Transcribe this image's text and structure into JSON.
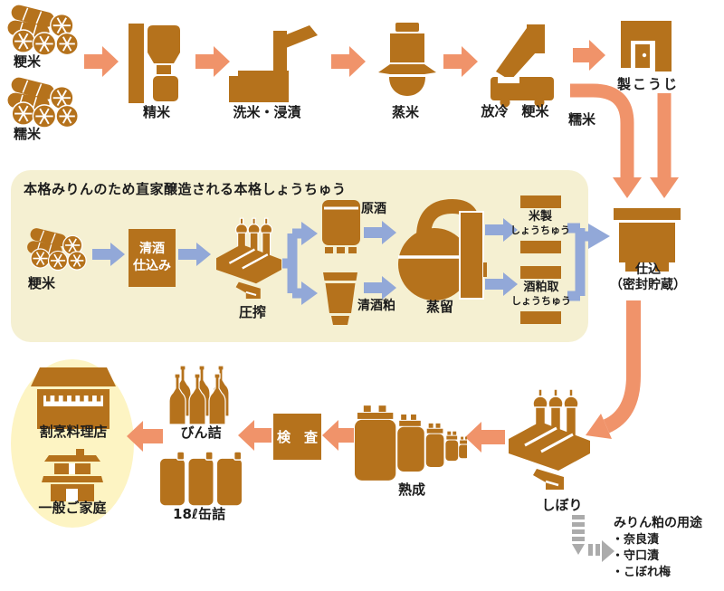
{
  "colors": {
    "brown": "#b5721c",
    "arrow_orange": "#f0936a",
    "arrow_blue": "#92a8d8",
    "panel_beige": "#f5f0d2",
    "ellipse_yellow": "#fdf4c3",
    "dashed_gray": "#ababab"
  },
  "top_flow": {
    "rice_nonglutinous": "粳米",
    "rice_glutinous": "糯米",
    "milling": "精米",
    "washing_soaking": "洗米・浸漬",
    "steaming": "蒸米",
    "cooling": "放冷　粳米",
    "glutinous_feed": "糯米",
    "koji_making": "製こうじ"
  },
  "shochu_panel": {
    "title": "本格みりんのため直家醸造される本格しょうちゅう",
    "rice": "粳米",
    "sake_mash_line1": "清酒",
    "sake_mash_line2": "仕込み",
    "pressing": "圧搾",
    "raw_sake": "原酒",
    "sake_lees": "清酒粕",
    "distillation": "蒸留",
    "rice_shochu_line1": "米製",
    "rice_shochu_line2": "しょうちゅう",
    "lees_shochu_line1": "酒粕取",
    "lees_shochu_line2": "しょうちゅう"
  },
  "mixing": {
    "name": "仕込",
    "note": "（密封貯蔵）"
  },
  "bottom_flow": {
    "pressing": "しぼり",
    "aging": "熟成",
    "inspection": "検　査",
    "bottling": "びん詰",
    "canning": "18ℓ缶詰"
  },
  "destinations": {
    "restaurant": "割烹料理店",
    "household": "一般ご家庭"
  },
  "mirin_lees": {
    "title": "みりん粕の用途",
    "uses": [
      "・奈良漬",
      "・守口漬",
      "・こぼれ梅"
    ]
  }
}
